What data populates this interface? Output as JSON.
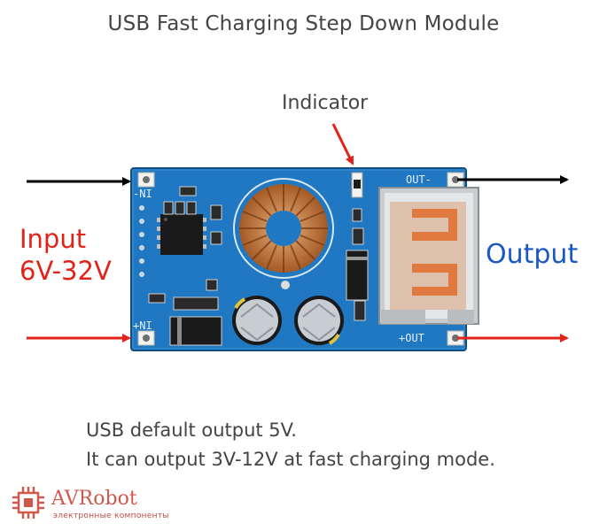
{
  "title": "USB Fast Charging Step Down Module",
  "indicator_label": "Indicator",
  "input": {
    "label": "Input",
    "range": "6V-32V"
  },
  "output_label": "Output",
  "notes": [
    "USB default output 5V.",
    "It can output 3V-12V at fast charging mode."
  ],
  "brand": {
    "name": "AVRobot",
    "subtitle": "электронные компоненты"
  },
  "pcb_marks": {
    "in_minus": "-NI",
    "in_plus": "+NI",
    "out_minus": "OUT-",
    "out_plus": "+OUT"
  },
  "colors": {
    "input": "#e2231a",
    "output": "#1a57c6",
    "pcb": "#1f78c1",
    "arrow_black": "#000000",
    "arrow_red": "#e2231a"
  }
}
